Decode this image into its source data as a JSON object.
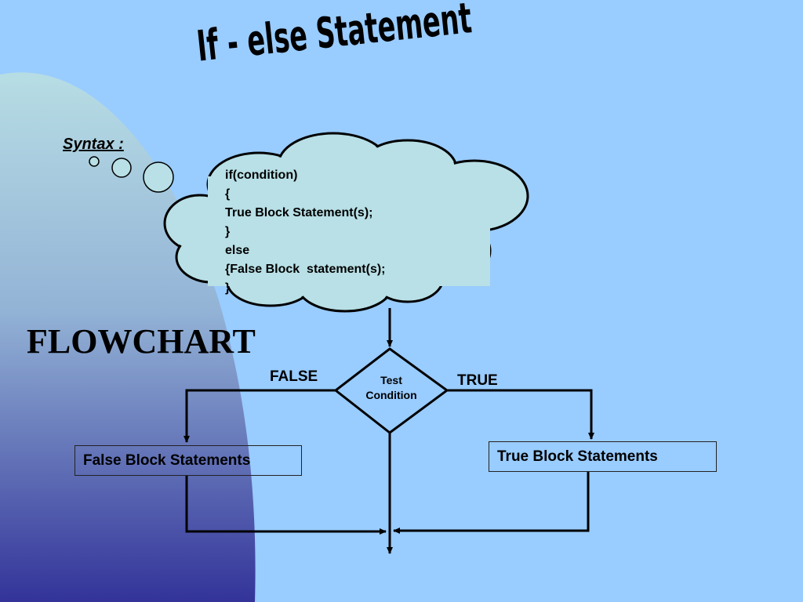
{
  "title": "If - else Statement",
  "syntax_label": "Syntax :",
  "code_lines": [
    "if(condition)",
    "{",
    "True Block Statement(s);",
    "}",
    "else",
    "{False Block  statement(s);",
    "}"
  ],
  "flowchart_heading": "FLOWCHART",
  "decision": {
    "line1": "Test",
    "line2": "Condition"
  },
  "branches": {
    "false_label": "FALSE",
    "true_label": "TRUE"
  },
  "false_box": "False Block  Statements",
  "true_box": "True Block Statements",
  "colors": {
    "background": "#99ccff",
    "cloud_fill": "#b8e0e6",
    "gradient_top": "#b7dde4",
    "gradient_bottom": "#333399"
  }
}
